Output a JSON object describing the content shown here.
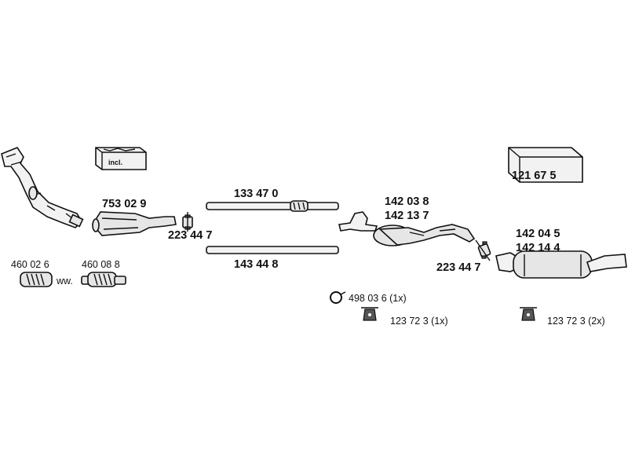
{
  "parts": {
    "front_pipe_box_label": "incl.",
    "catalytic_converter": "753 02 9",
    "clamp_front": "223 44 7",
    "middle_pipe_upper": "133 47 0",
    "middle_pipe_lower": "143 44 8",
    "center_silencer_a": "142 03 8",
    "center_silencer_b": "142 13 7",
    "clamp_rear": "223 44 7",
    "rear_silencer_a": "142 04 5",
    "rear_silencer_b": "142 14 4",
    "mounting_kit_box": "121 67 5",
    "flex_pipe_a": "460 02 6",
    "flex_pipe_b": "460 08 8",
    "alternative_separator": "ww.",
    "o_ring": "498 03 6 (1x)",
    "rubber_mount_center": "123 72 3 (1x)",
    "rubber_mount_rear": "123 72 3 (2x)"
  }
}
